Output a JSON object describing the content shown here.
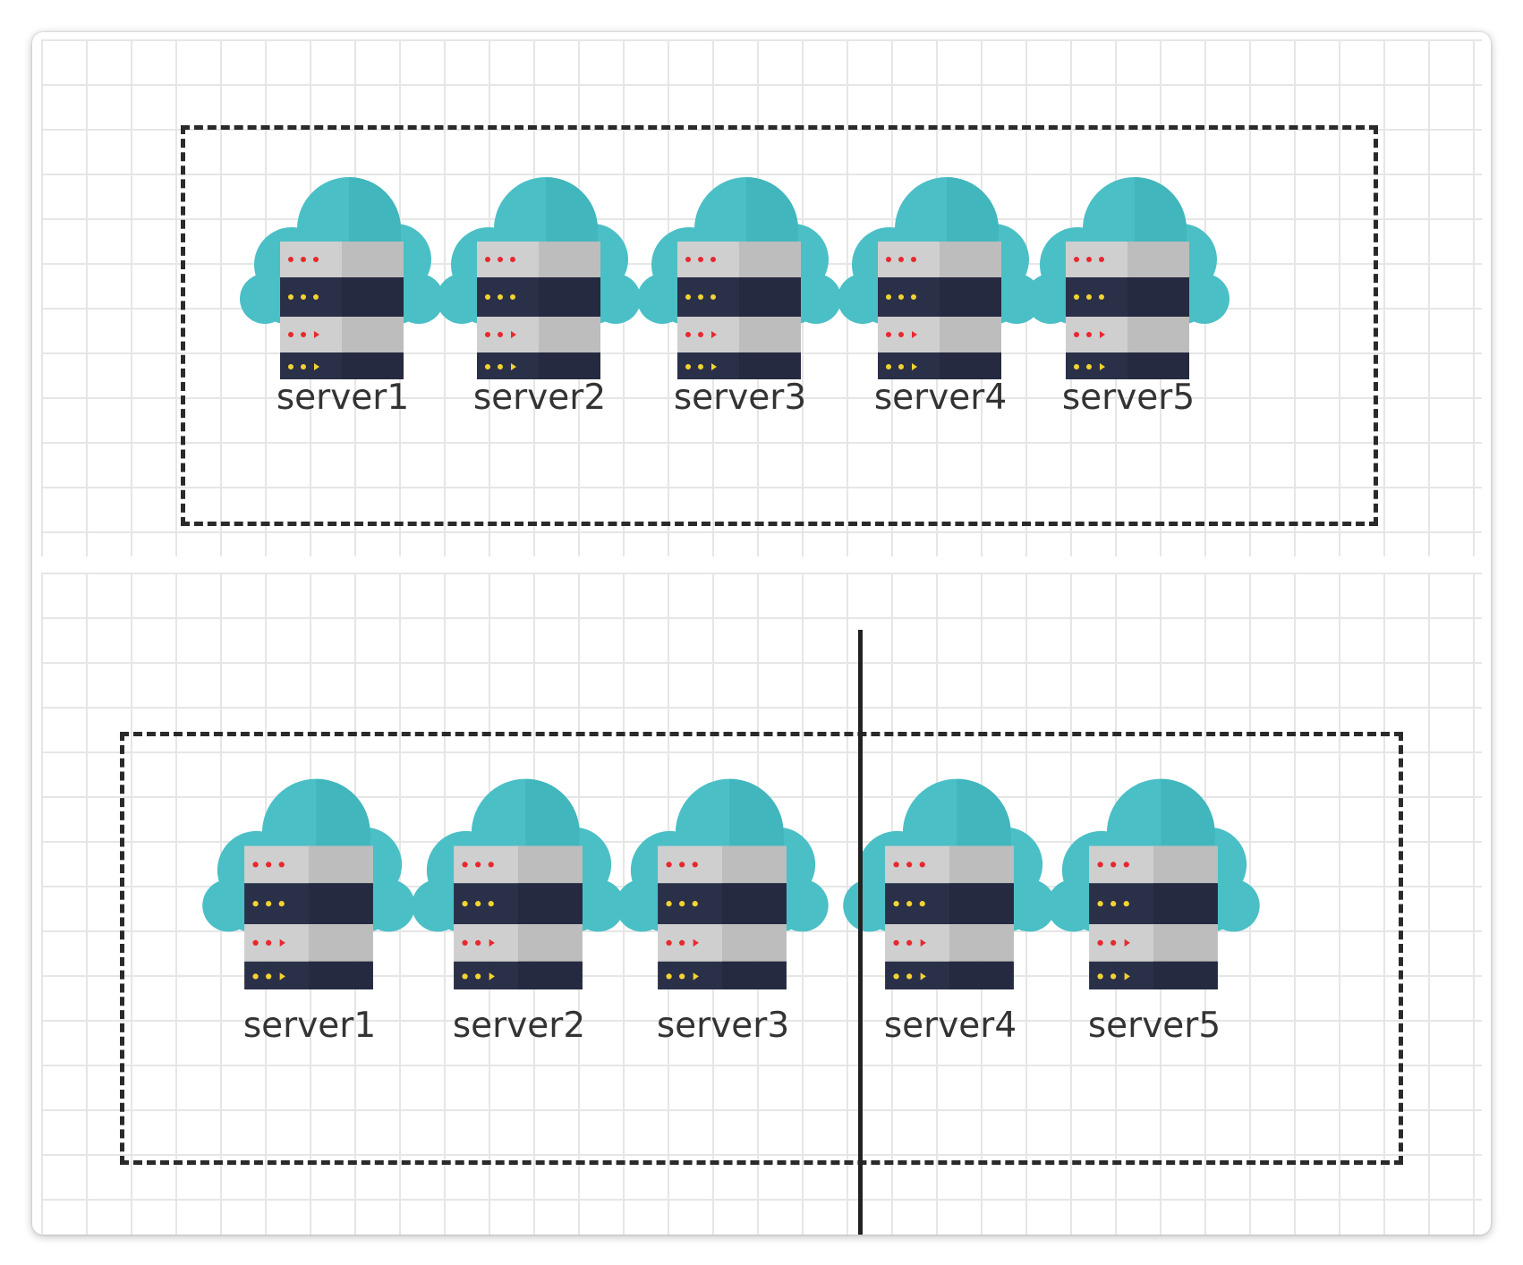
{
  "colors": {
    "cloud": "#4bbfc6",
    "rack_light": "#cfcfcf",
    "rack_dark": "#2b3049",
    "led_red": "#e8282e",
    "led_yellow": "#f2d431",
    "frame": "#2a2a2a"
  },
  "top_group": {
    "servers": [
      {
        "label": "server1",
        "icon": "cloud-server-icon"
      },
      {
        "label": "server2",
        "icon": "cloud-server-icon"
      },
      {
        "label": "server3",
        "icon": "cloud-server-icon"
      },
      {
        "label": "server4",
        "icon": "cloud-server-icon"
      },
      {
        "label": "server5",
        "icon": "cloud-server-icon"
      }
    ]
  },
  "bottom_group": {
    "partition_left": [
      {
        "label": "server1",
        "icon": "cloud-server-icon"
      },
      {
        "label": "server2",
        "icon": "cloud-server-icon"
      },
      {
        "label": "server3",
        "icon": "cloud-server-icon"
      }
    ],
    "partition_right": [
      {
        "label": "server4",
        "icon": "cloud-server-icon"
      },
      {
        "label": "server5",
        "icon": "cloud-server-icon"
      }
    ]
  }
}
